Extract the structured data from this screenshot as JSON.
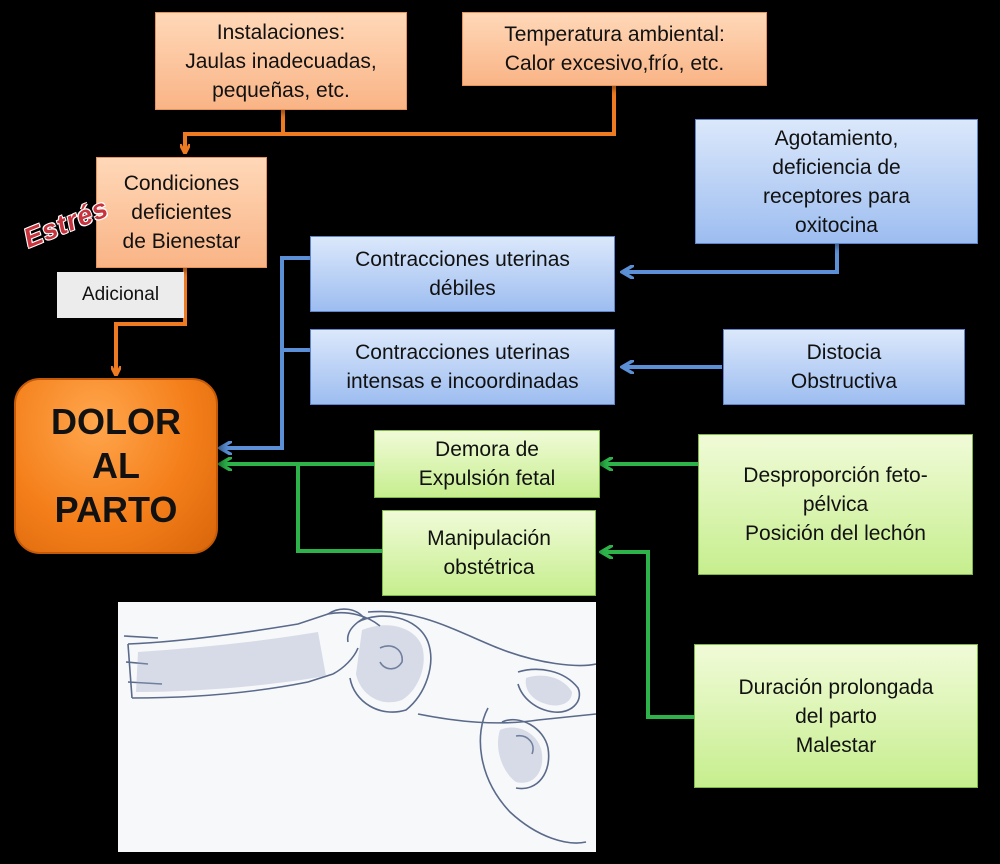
{
  "nodes": {
    "instalaciones": "Instalaciones:\nJaulas inadecuadas,\npequeñas, etc.",
    "temperatura": "Temperatura ambiental:\nCalor excesivo,frío, etc.",
    "condiciones": "Condiciones\ndeficientes\nde Bienestar",
    "estres": "Estrés",
    "adicional": "Adicional",
    "dolor": "DOLOR\nAL\nPARTO",
    "agotamiento": "Agotamiento,\ndeficiencia de\nreceptores para\noxitocina",
    "contracciones_debiles": "Contracciones uterinas\ndébiles",
    "contracciones_intensas": "Contracciones uterinas\nintensas e incoordinadas",
    "distocia": "Distocia\nObstructiva",
    "demora": "Demora de\nExpulsión fetal",
    "desproporcion": "Desproporción feto-\npélvica\nPosición del lechón",
    "manipulacion": "Manipulación\nobstétrica",
    "duracion": "Duración prolongada\ndel parto\nMalestar"
  },
  "colors": {
    "orange_line": "#ee7a22",
    "blue_line": "#5b8fd6",
    "green_line": "#2db34a"
  }
}
